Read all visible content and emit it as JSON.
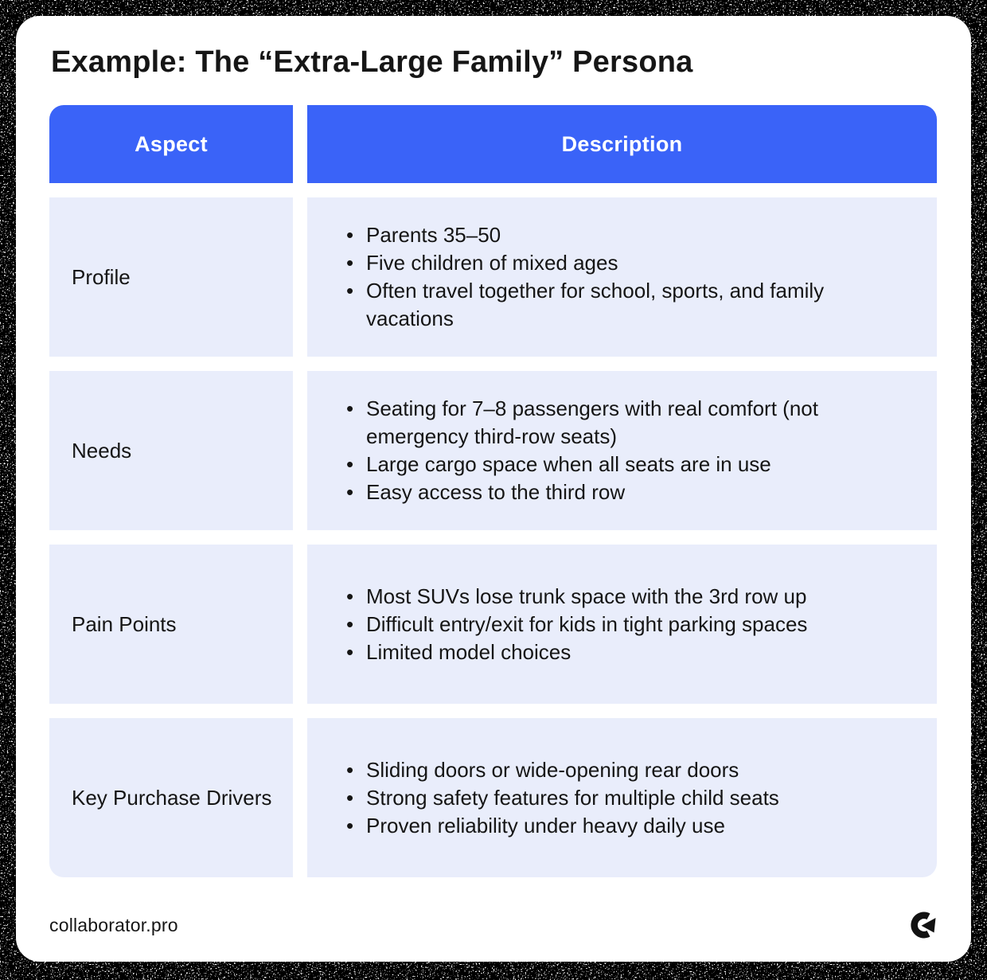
{
  "page": {
    "title": "Example: The “Extra-Large Family” Persona"
  },
  "table": {
    "headers": [
      "Aspect",
      "Description"
    ],
    "rows": [
      {
        "aspect": "Profile",
        "bullets": [
          "Parents 35–50",
          "Five children of mixed ages",
          "Often travel together for school, sports, and family vacations"
        ]
      },
      {
        "aspect": "Needs",
        "bullets": [
          "Seating for 7–8 passengers with real comfort (not emergency third-row seats)",
          "Large cargo space when all seats are in use",
          "Easy access to the third row"
        ]
      },
      {
        "aspect": "Pain Points",
        "bullets": [
          "Most SUVs lose trunk space with the 3rd row up",
          "Difficult entry/exit for kids in tight parking spaces",
          "Limited model choices"
        ]
      },
      {
        "aspect": "Key Purchase Drivers",
        "bullets": [
          "Sliding doors or wide-opening rear doors",
          "Strong safety features for multiple child seats",
          "Proven reliability under heavy daily use"
        ]
      }
    ]
  },
  "footer": {
    "site": "collaborator.pro",
    "logo": "collaborator-logo"
  },
  "colors": {
    "accent": "#3A63F8",
    "row_background": "#E9EDFB",
    "header_text": "#FFFFFF",
    "body_text": "#151515",
    "border": "#000000"
  }
}
